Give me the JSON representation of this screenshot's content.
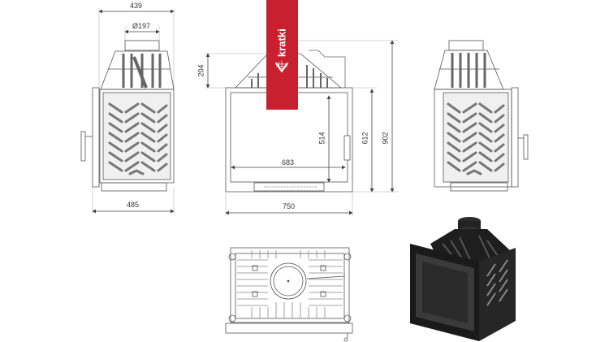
{
  "brand": {
    "name": "kratki",
    "color": "#c8202f",
    "icon": "kratki-logo-icon"
  },
  "views": {
    "side_left": {
      "label": "side-view-left",
      "dimensions": {
        "overall_width": "439",
        "flue_diameter": "Ø197",
        "base_width": "485"
      }
    },
    "front": {
      "label": "front-view",
      "dimensions": {
        "top_height": "204",
        "opening_width": "683",
        "opening_height": "514",
        "body_height": "612",
        "total_height": "902",
        "overall_width": "750"
      }
    },
    "side_right": {
      "label": "side-view-right"
    },
    "top": {
      "label": "top-view"
    },
    "render": {
      "label": "3d-render"
    }
  },
  "colors": {
    "line": "#555555",
    "dim_line": "#444444",
    "render_body": "#1e1e1e"
  }
}
